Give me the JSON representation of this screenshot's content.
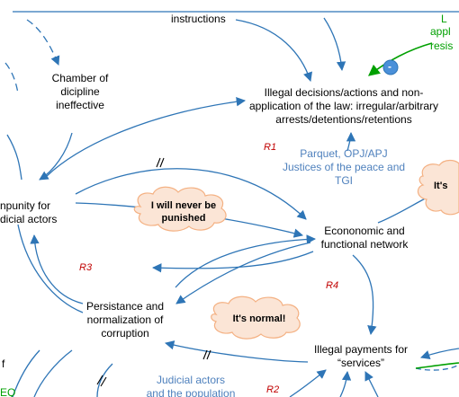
{
  "colors": {
    "arrow": "#2e75b6",
    "green": "#00a000",
    "blue_text": "#4f81bd",
    "loop": "#c00000",
    "cloud_fill": "#fbe5d6",
    "cloud_border": "#f4b183"
  },
  "nodes": {
    "top_instructions": "instructions",
    "top_right_partial_1": "appl",
    "top_right_partial_2": "resis",
    "top_right_partial_0": "L",
    "minus_sign": "-",
    "chamber": [
      "Chamber of",
      "dicipline",
      "ineffective"
    ],
    "illegal_decisions": [
      "Illegal decisions/actions and non-",
      "application of the law: irregular/arbitrary",
      "arrests/detentions/retentions"
    ],
    "impunity": [
      "npunity for",
      "dicial actors"
    ],
    "economic_network": [
      "Econonomic and",
      "functional network"
    ],
    "persistance": [
      "Persistance and",
      "normalization of",
      "corruption"
    ],
    "illegal_payments": [
      "Illegal payments for",
      "“services”"
    ],
    "left_f": "f",
    "left_eq": "EQ"
  },
  "actors": {
    "parquet": [
      "Parquet, OPJ/APJ",
      "Justices of the peace and",
      "TGI"
    ],
    "judicial_pop": [
      "Judicial actors",
      "and the population"
    ]
  },
  "loops": {
    "r1": "R1",
    "r2": "R2",
    "r3": "R3",
    "r4": "R4"
  },
  "clouds": {
    "never_punished": [
      "I will never be",
      "punished"
    ],
    "normal": "It's normal!",
    "its_partial": "It's"
  }
}
